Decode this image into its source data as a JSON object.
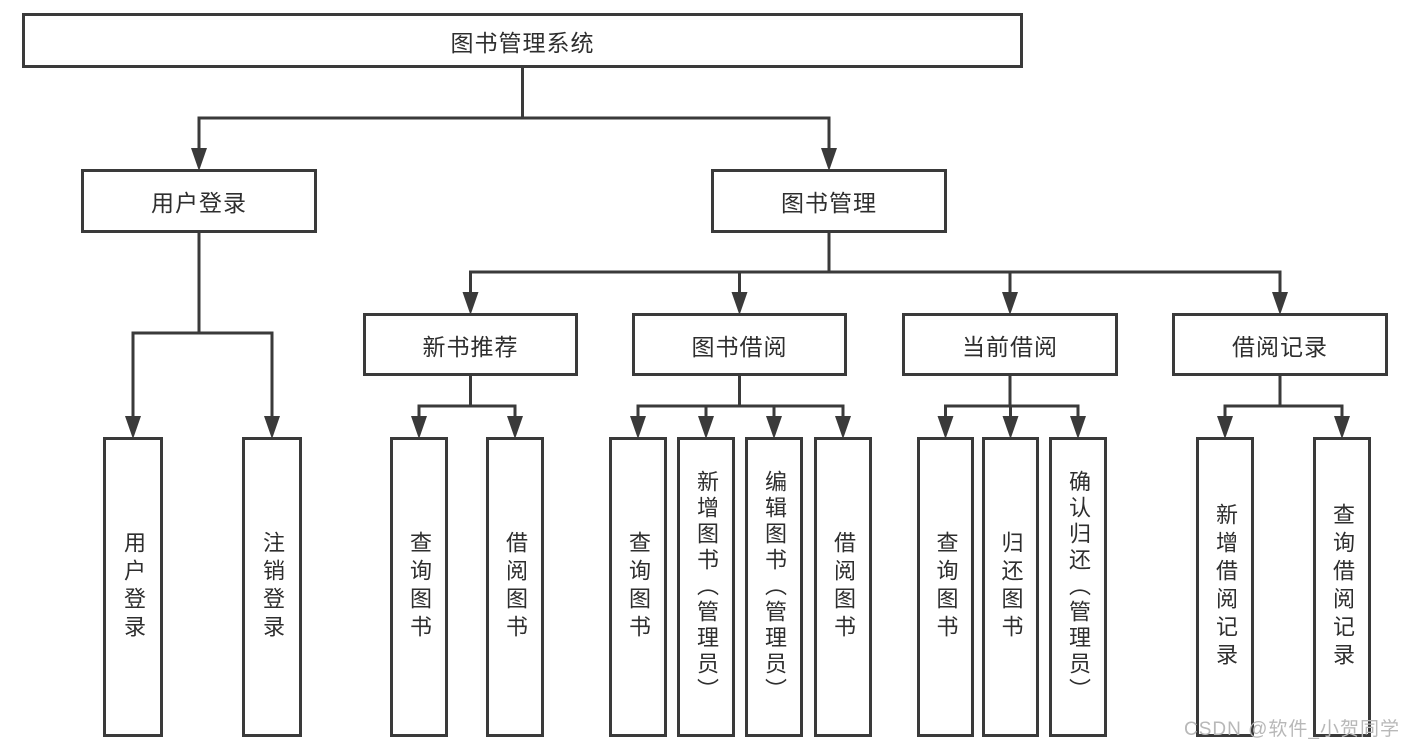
{
  "nodes": {
    "root": {
      "label": "图书管理系统"
    },
    "user-login": {
      "label": "用户登录"
    },
    "book-mgmt": {
      "label": "图书管理"
    },
    "new-book-rec": {
      "label": "新书推荐"
    },
    "book-borrow": {
      "label": "图书借阅"
    },
    "current-borrow": {
      "label": "当前借阅"
    },
    "borrow-records": {
      "label": "借阅记录"
    },
    "leaf-user-login": {
      "label": "用户登录"
    },
    "leaf-logout": {
      "label": "注销登录"
    },
    "leaf-query-1": {
      "label": "查询图书"
    },
    "leaf-borrow-1": {
      "label": "借阅图书"
    },
    "leaf-query-2": {
      "label": "查询图书"
    },
    "leaf-add-book": {
      "label": "新增图书（管理员）"
    },
    "leaf-edit-book": {
      "label": "编辑图书（管理员）"
    },
    "leaf-borrow-2": {
      "label": "借阅图书"
    },
    "leaf-query-3": {
      "label": "查询图书"
    },
    "leaf-return": {
      "label": "归还图书"
    },
    "leaf-confirm-return": {
      "label": "确认归还（管理员）"
    },
    "leaf-add-record": {
      "label": "新增借阅记录"
    },
    "leaf-query-record": {
      "label": "查询借阅记录"
    }
  },
  "watermark": {
    "text": "CSDN @软件_小贺同学"
  },
  "colors": {
    "line": "#3a3a3a",
    "text": "#2e2e2e",
    "watermark_text": "#b8b8b8",
    "background": "#ffffff"
  }
}
